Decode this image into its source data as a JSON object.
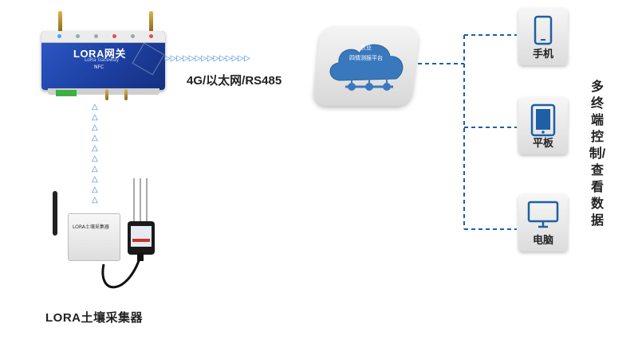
{
  "gateway": {
    "title": "LORA网关",
    "subtitle": "LoRa Gateway",
    "nfc": "NFC"
  },
  "connection_label": "4G/以太网/RS485",
  "cloud": {
    "line1": "农业",
    "line2": "四情测报平台"
  },
  "devices": [
    {
      "label": "手机",
      "icon": "phone-icon"
    },
    {
      "label": "平板",
      "icon": "tablet-icon"
    },
    {
      "label": "电脑",
      "icon": "monitor-icon"
    }
  ],
  "side_text": "多终端控制/查看数据",
  "sensor": {
    "label": "LORA土壤采集器",
    "box_text": "LORA土壤采集器"
  },
  "colors": {
    "accent_blue": "#2e7fd6",
    "gateway_blue": "#1c3e9e",
    "cloud_blue": "#2f6fb3",
    "dashed_line": "#1f5fa5"
  }
}
